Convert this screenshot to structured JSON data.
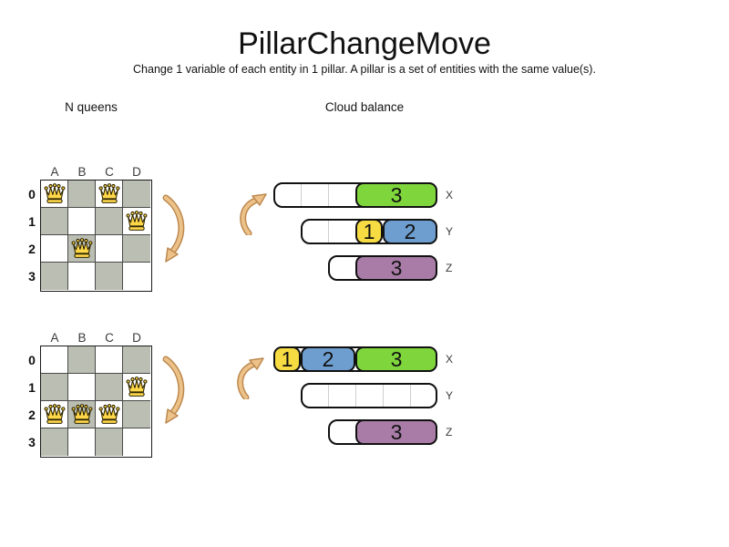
{
  "title": "PillarChangeMove",
  "subtitle": "Change 1 variable of each entity in 1 pillar. A pillar is a set of entities with the same value(s).",
  "sections": {
    "nqueens_label": "N queens",
    "cloud_label": "Cloud balance"
  },
  "colors": {
    "yellow": "#F6DB43",
    "blue": "#6D9ECF",
    "green": "#7FD63C",
    "purple": "#A87CA7",
    "board_gray": "#BBBEB3",
    "queen_gold": "#FFD84A",
    "arrow_fill": "#EDC289",
    "arrow_outline": "#BC8950"
  },
  "nqueens": {
    "column_headers": [
      "A",
      "B",
      "C",
      "D"
    ],
    "row_labels": [
      "0",
      "1",
      "2",
      "3"
    ],
    "boards": [
      {
        "queens": [
          {
            "row": 0,
            "col": "A"
          },
          {
            "row": 0,
            "col": "C"
          },
          {
            "row": 1,
            "col": "D"
          },
          {
            "row": 2,
            "col": "B"
          }
        ]
      },
      {
        "queens": [
          {
            "row": 1,
            "col": "D"
          },
          {
            "row": 2,
            "col": "A"
          },
          {
            "row": 2,
            "col": "B"
          },
          {
            "row": 2,
            "col": "C"
          }
        ]
      }
    ]
  },
  "cloud": {
    "states": [
      {
        "rows": [
          {
            "computer": "X",
            "capacity": 6,
            "processes": [
              {
                "value": "3",
                "color": "green",
                "start": 3,
                "size": 3
              }
            ]
          },
          {
            "computer": "Y",
            "capacity": 5,
            "processes": [
              {
                "value": "1",
                "color": "yellow",
                "start": 2,
                "size": 1
              },
              {
                "value": "2",
                "color": "blue",
                "start": 3,
                "size": 2
              }
            ]
          },
          {
            "computer": "Z",
            "capacity": 4,
            "processes": [
              {
                "value": "3",
                "color": "purple",
                "start": 1,
                "size": 3
              }
            ]
          }
        ]
      },
      {
        "rows": [
          {
            "computer": "X",
            "capacity": 6,
            "processes": [
              {
                "value": "1",
                "color": "yellow",
                "start": 0,
                "size": 1
              },
              {
                "value": "2",
                "color": "blue",
                "start": 1,
                "size": 2
              },
              {
                "value": "3",
                "color": "green",
                "start": 3,
                "size": 3
              }
            ]
          },
          {
            "computer": "Y",
            "capacity": 5,
            "processes": []
          },
          {
            "computer": "Z",
            "capacity": 4,
            "processes": [
              {
                "value": "3",
                "color": "purple",
                "start": 1,
                "size": 3
              }
            ]
          }
        ]
      }
    ]
  }
}
